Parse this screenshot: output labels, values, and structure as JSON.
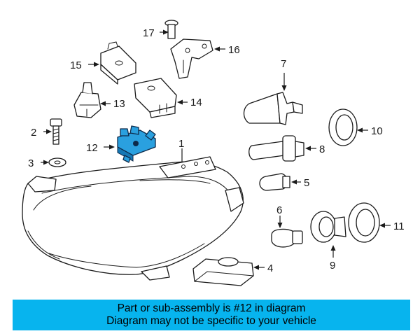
{
  "callouts": {
    "c1": "1",
    "c2": "2",
    "c3": "3",
    "c4": "4",
    "c5": "5",
    "c6": "6",
    "c7": "7",
    "c8": "8",
    "c9": "9",
    "c10": "10",
    "c11": "11",
    "c12": "12",
    "c13": "13",
    "c14": "14",
    "c15": "15",
    "c16": "16",
    "c17": "17"
  },
  "highlighted_part": "12",
  "colors": {
    "highlight": "#2aa0df",
    "banner": "#07b4ee"
  },
  "banner": {
    "line1": "Part or sub-assembly is #12 in diagram",
    "line2": "Diagram may not be specific to your vehicle"
  }
}
